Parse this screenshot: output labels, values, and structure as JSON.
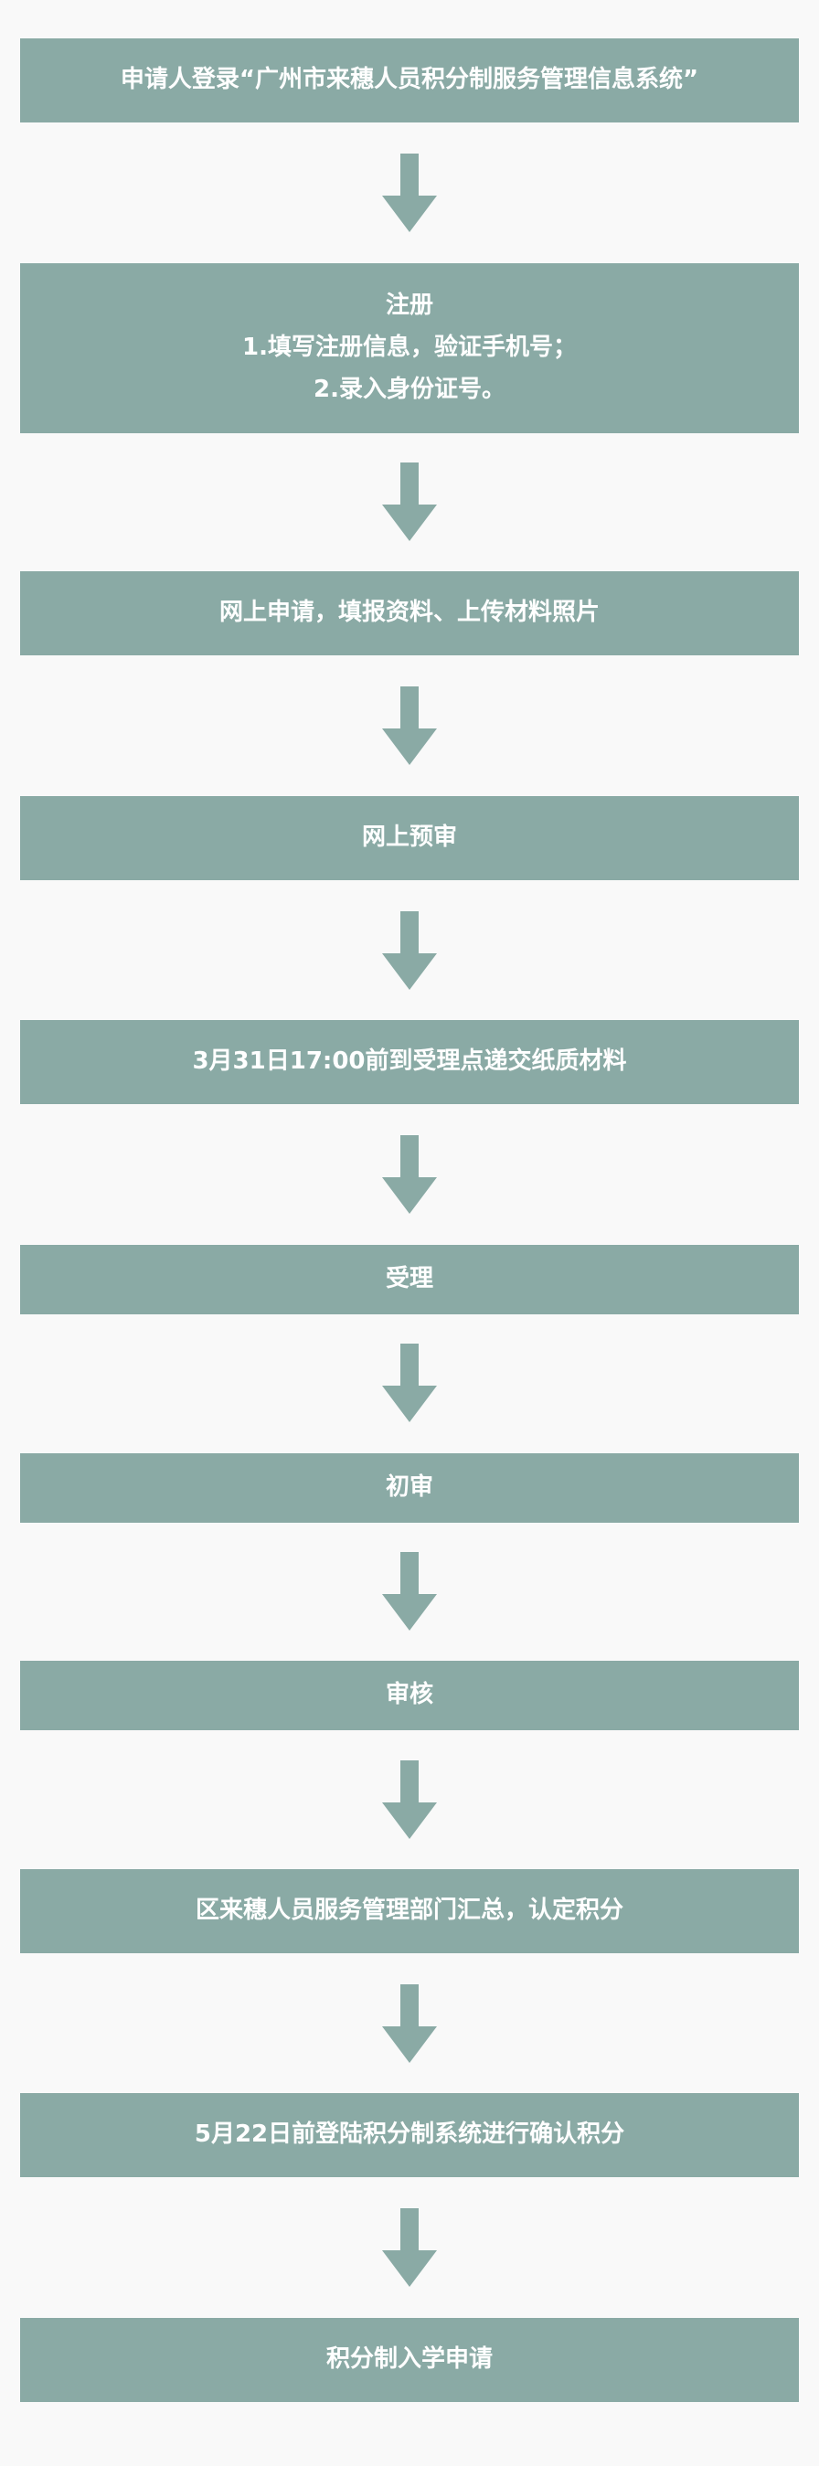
{
  "colors": {
    "background": "#f9f9f9",
    "box": "#8aaaa5",
    "arrow": "#8aaaa5",
    "text": "#ffffff"
  },
  "steps": [
    {
      "lines": [
        "申请人登录“广州市来穗人员积分制服务管理信息系统”"
      ]
    },
    {
      "lines": [
        "注册",
        "1.填写注册信息，验证手机号；",
        "2.录入身份证号。"
      ]
    },
    {
      "lines": [
        "网上申请，填报资料、上传材料照片"
      ]
    },
    {
      "lines": [
        "网上预审"
      ]
    },
    {
      "lines": [
        "3月31日17:00前到受理点递交纸质材料"
      ]
    },
    {
      "lines": [
        "受理"
      ]
    },
    {
      "lines": [
        "初审"
      ]
    },
    {
      "lines": [
        "审核"
      ]
    },
    {
      "lines": [
        "区来穗人员服务管理部门汇总，认定积分"
      ]
    },
    {
      "lines": [
        "5月22日前登陆积分制系统进行确认积分"
      ]
    },
    {
      "lines": [
        "积分制入学申请"
      ]
    }
  ],
  "arrow_icon": "down-arrow-icon"
}
